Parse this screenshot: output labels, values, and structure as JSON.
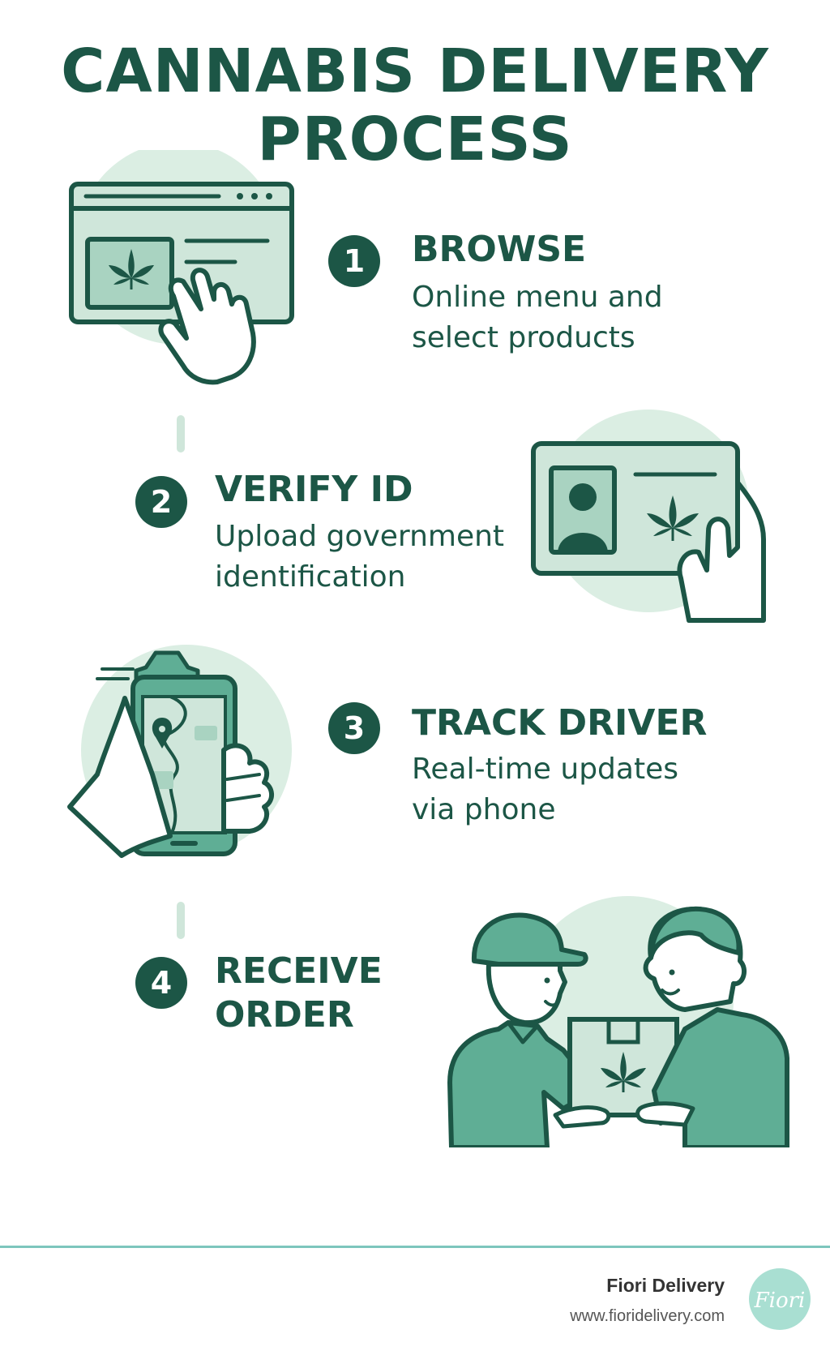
{
  "title": {
    "line1": "CANNABIS DELIVERY",
    "line2": "PROCESS"
  },
  "steps": [
    {
      "number": "1",
      "title": "BROWSE",
      "desc_line1": "Online menu and",
      "desc_line2": "select products",
      "icon": "browser-hand-icon"
    },
    {
      "number": "2",
      "title": "VERIFY ID",
      "desc_line1": "Upload government",
      "desc_line2": "identification",
      "icon": "id-card-hand-icon"
    },
    {
      "number": "3",
      "title": "TRACK DRIVER",
      "desc_line1": "Real-time updates",
      "desc_line2": "via phone",
      "icon": "phone-map-car-icon"
    },
    {
      "number": "4",
      "title_line1": "RECEIVE",
      "title_line2": "ORDER",
      "icon": "package-handoff-icon"
    }
  ],
  "footer": {
    "brand": "Fiori Delivery",
    "url": "www.fioridelivery.com",
    "logo_text": "Fiori"
  },
  "colors": {
    "dark": "#1c5646",
    "mid": "#5fae95",
    "light": "#cfe6da",
    "accent": "#7dc6bd"
  }
}
